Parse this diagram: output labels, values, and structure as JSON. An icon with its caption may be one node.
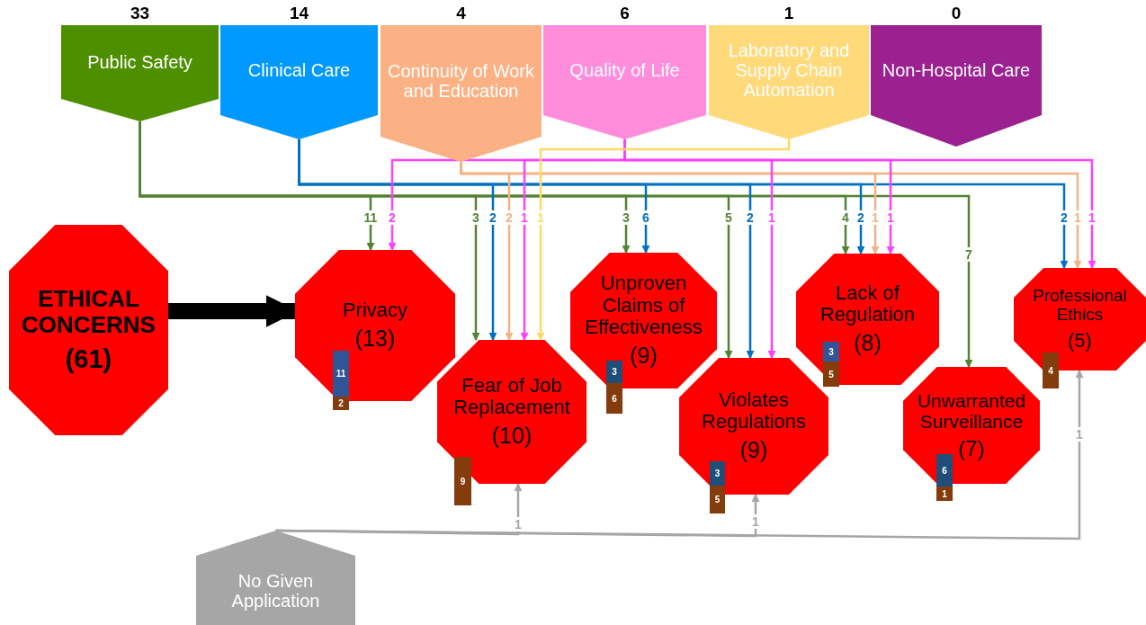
{
  "diagram": {
    "nodes": [
      {
        "text": [
          "Public Safety"
        ],
        "beside": [
          "33"
        ]
      },
      {
        "text": [
          "Clinical Care"
        ],
        "beside": [
          "14"
        ]
      },
      {
        "text": [
          "Continuity of Work and Education"
        ],
        "beside": [
          "4"
        ]
      },
      {
        "text": [
          "Quality of Life"
        ],
        "beside": [
          "6"
        ]
      },
      {
        "text": [
          "Laboratory and Supply Chain Automation"
        ],
        "beside": [
          "1"
        ]
      },
      {
        "text": [
          "Non-Hospital Care"
        ],
        "beside": [
          "0"
        ]
      },
      {
        "text": [
          "ETHICAL CONCERNS",
          "(61)"
        ]
      },
      {
        "text": [
          "Privacy",
          "(13)"
        ]
      },
      {
        "text": [
          "Fear of Job Replacement",
          "(10)"
        ]
      },
      {
        "text": [
          "Unproven Claims of Effectiveness",
          "(9)"
        ]
      },
      {
        "text": [
          "Violates Regulations",
          "(9)"
        ]
      },
      {
        "text": [
          "Lack of Regulation",
          "(8)"
        ]
      },
      {
        "text": [
          "Unwarranted Surveillance",
          "(7)"
        ]
      },
      {
        "text": [
          "Professional Ethics",
          "(5)"
        ]
      },
      {
        "text": [
          "No Given Application"
        ]
      }
    ],
    "edges": [
      {
        "from": 0,
        "to": 7,
        "arrow": "to",
        "label": "11",
        "color": "#548235"
      },
      {
        "from": 0,
        "to": 8,
        "arrow": "to",
        "label": "3",
        "color": "#548235"
      },
      {
        "from": 0,
        "to": 9,
        "arrow": "to",
        "label": "3",
        "color": "#548235"
      },
      {
        "from": 0,
        "to": 10,
        "arrow": "to",
        "label": "5",
        "color": "#548235"
      },
      {
        "from": 0,
        "to": 11,
        "arrow": "to",
        "label": "4",
        "color": "#548235"
      },
      {
        "from": 0,
        "to": 12,
        "arrow": "to",
        "label": "7",
        "color": "#548235"
      },
      {
        "from": 1,
        "to": 8,
        "arrow": "to",
        "label": "2",
        "color": "#0070c0"
      },
      {
        "from": 1,
        "to": 9,
        "arrow": "to",
        "label": "6",
        "color": "#0070c0"
      },
      {
        "from": 1,
        "to": 10,
        "arrow": "to",
        "label": "2",
        "color": "#0070c0"
      },
      {
        "from": 1,
        "to": 11,
        "arrow": "to",
        "label": "2",
        "color": "#0070c0"
      },
      {
        "from": 1,
        "to": 13,
        "arrow": "to",
        "label": "2",
        "color": "#0070c0"
      },
      {
        "from": 2,
        "to": 8,
        "arrow": "to",
        "label": "2",
        "color": "#f4b183"
      },
      {
        "from": 2,
        "to": 11,
        "arrow": "to",
        "label": "1",
        "color": "#f4b183"
      },
      {
        "from": 2,
        "to": 13,
        "arrow": "to",
        "label": "1",
        "color": "#f4b183"
      },
      {
        "from": 3,
        "to": 7,
        "arrow": "to",
        "label": "2",
        "color": "#ff40ff"
      },
      {
        "from": 3,
        "to": 8,
        "arrow": "to",
        "label": "1",
        "color": "#ff40ff"
      },
      {
        "from": 3,
        "to": 10,
        "arrow": "to",
        "label": "1",
        "color": "#ff40ff"
      },
      {
        "from": 3,
        "to": 11,
        "arrow": "to",
        "label": "1",
        "color": "#ff40ff"
      },
      {
        "from": 3,
        "to": 13,
        "arrow": "to",
        "label": "1",
        "color": "#ff40ff"
      },
      {
        "from": 4,
        "to": 8,
        "arrow": "to",
        "label": "1",
        "color": "#ffd966"
      },
      {
        "from": 14,
        "to": 8,
        "arrow": "to",
        "label": "1",
        "color": "#a6a6a6"
      },
      {
        "from": 14,
        "to": 10,
        "arrow": "to",
        "label": "1",
        "color": "#a6a6a6"
      },
      {
        "from": 14,
        "to": 13,
        "arrow": "to",
        "label": "1",
        "color": "#a6a6a6"
      },
      {
        "from": 6,
        "to": 7,
        "arrow": "to",
        "style": "thick",
        "color": "#000000"
      }
    ],
    "labels": [
      "11",
      "2",
      "9",
      "3",
      "6",
      "3",
      "5",
      "3",
      "5",
      "6",
      "1",
      "4"
    ]
  }
}
